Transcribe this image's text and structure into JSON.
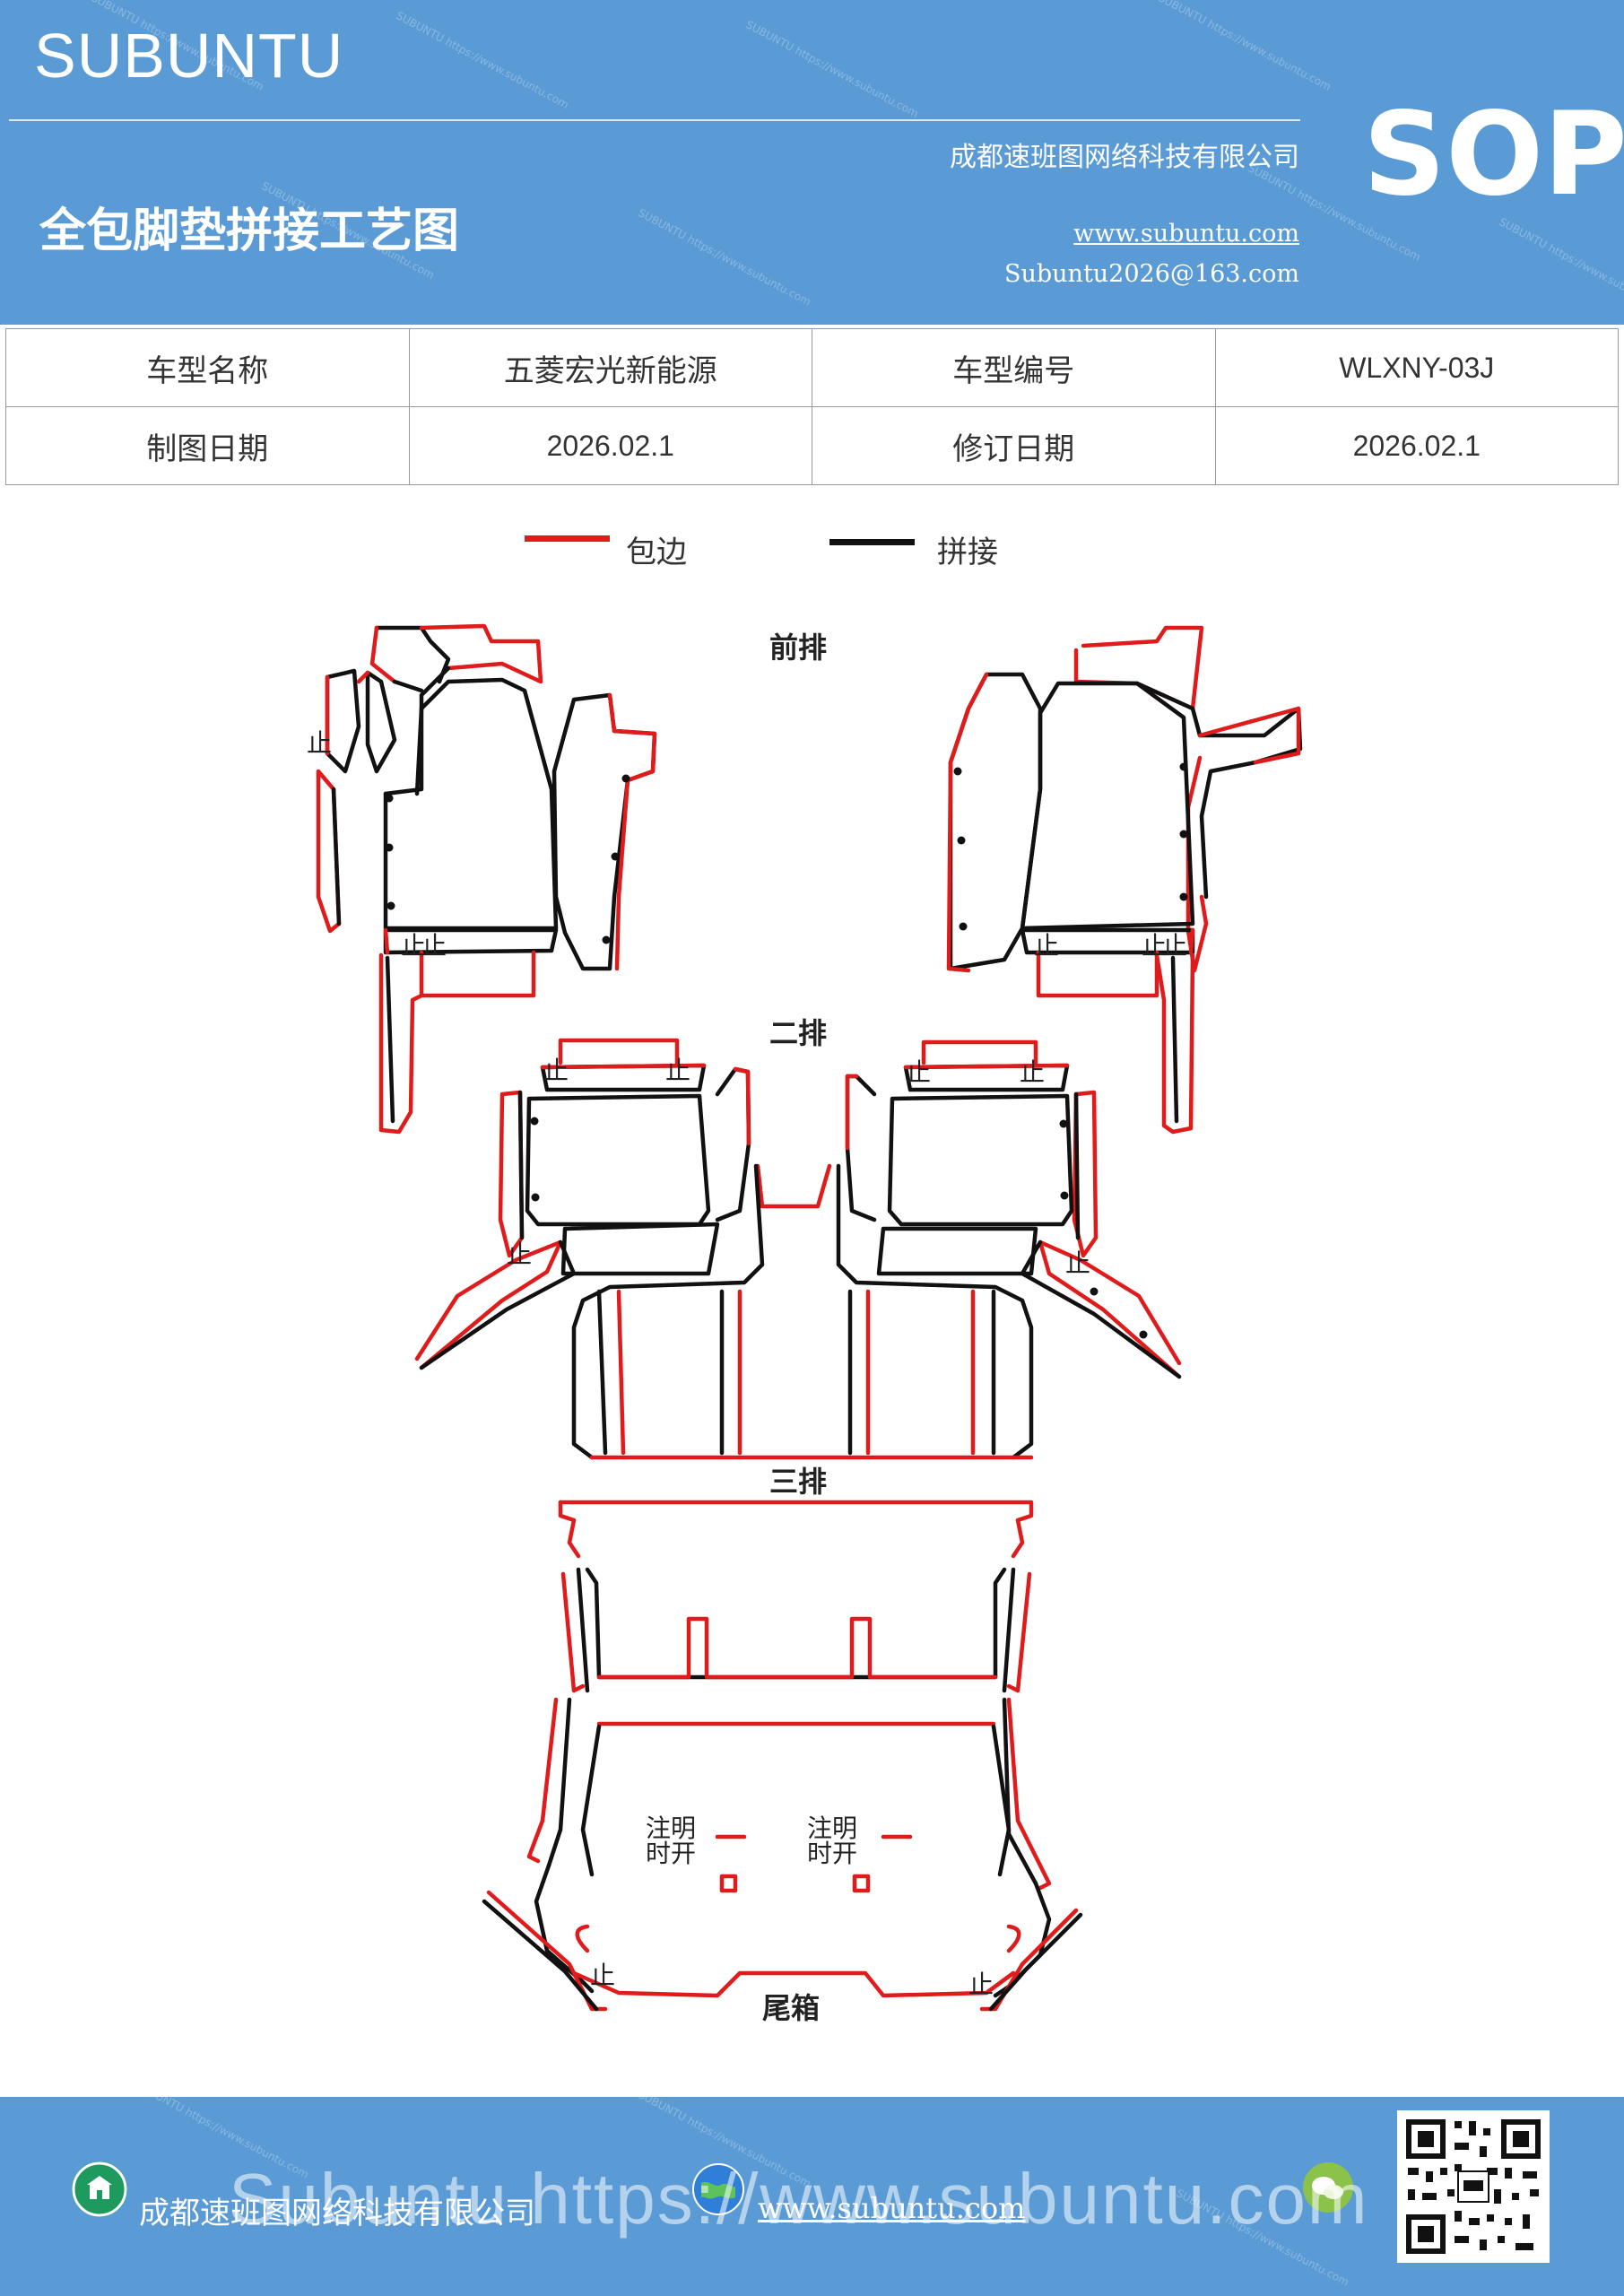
{
  "header": {
    "brand": "SUBUNTU",
    "title": "全包脚垫拼接工艺图",
    "company": "成都速班图网络科技有限公司",
    "website": "www.subuntu.com",
    "email": "Subuntu2026@163.com",
    "badge": "SOP"
  },
  "info_table": {
    "rows": [
      [
        "车型名称",
        "五菱宏光新能源",
        "车型编号",
        "WLXNY-03J"
      ],
      [
        "制图日期",
        "2026.02.1",
        "修订日期",
        "2026.02.1"
      ]
    ]
  },
  "legend": {
    "items": [
      {
        "label": "包边",
        "color": "#e01b1b"
      },
      {
        "label": "拼接",
        "color": "#111111"
      }
    ]
  },
  "diagram": {
    "sections": [
      "前排",
      "二排",
      "三排",
      "尾箱"
    ],
    "stop_mark": "止",
    "note_line1": "注明",
    "note_line2": "时开"
  },
  "footer": {
    "company": "成都速班图网络科技有限公司",
    "website": "www.subuntu.com",
    "overlay_text": "Subuntu https://www.subuntu.com"
  },
  "colors": {
    "header_bg": "#5b9bd5",
    "edge_red": "#e01b1b",
    "seam_black": "#111111"
  }
}
